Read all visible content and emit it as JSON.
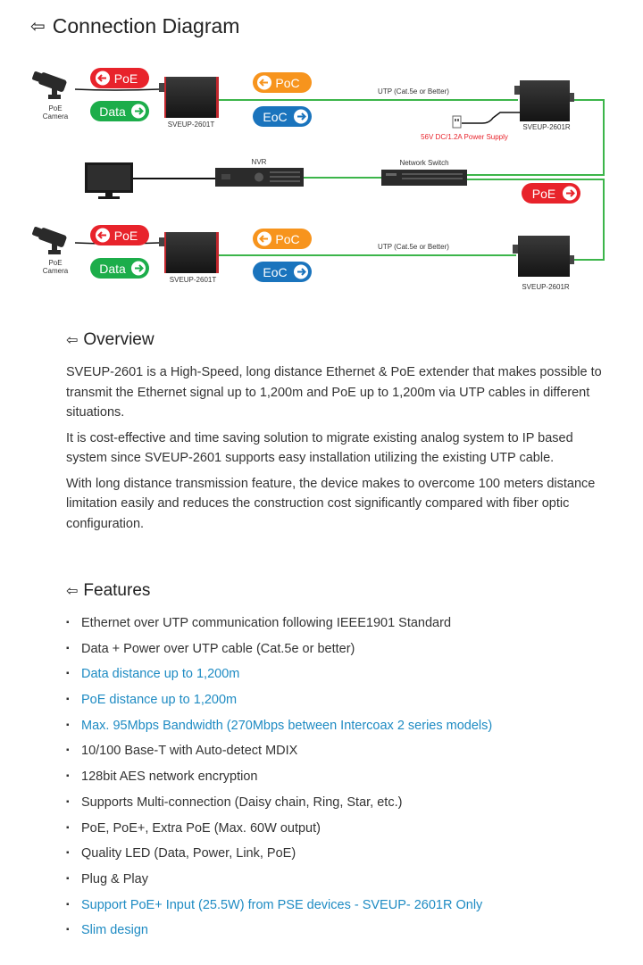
{
  "title": "Connection Diagram",
  "title_arrow": "⇦",
  "diagram": {
    "pill_poe": "PoE",
    "pill_data": "Data",
    "pill_poc": "PoC",
    "pill_eoc": "EoC",
    "camera_label_1": "PoE",
    "camera_label_2": "Camera",
    "transmitter_label": "SVEUP-2601T",
    "receiver_label": "SVEUP-2601R",
    "utp_label": "UTP (Cat.5e or Better)",
    "power_supply_label": "56V DC/1.2A Power Supply",
    "nvr_label": "NVR",
    "switch_label": "Network Switch",
    "colors": {
      "red": "#e8232b",
      "green": "#1cad4a",
      "orange": "#f7941d",
      "blue": "#1a74bd",
      "line": "#3cb54a"
    }
  },
  "overview": {
    "heading": "Overview",
    "paragraphs": [
      "SVEUP-2601 is a High-Speed, long distance Ethernet & PoE extender that makes possible to transmit the Ethernet signal up to 1,200m and PoE up to 1,200m via UTP cables in different situations.",
      "It is cost-effective and time saving solution to migrate existing analog system to IP based system since SVEUP-2601 supports easy installation utilizing the existing UTP cable.",
      "With long distance transmission feature, the device makes to overcome 100 meters distance limitation easily and reduces the construction cost significantly compared with fiber optic configuration."
    ]
  },
  "features": {
    "heading": "Features",
    "bullet": "▪",
    "items": [
      {
        "text": "Ethernet over UTP communication following IEEE1901 Standard",
        "highlight": false
      },
      {
        "text": "Data + Power over UTP cable (Cat.5e or better)",
        "highlight": false
      },
      {
        "text": "Data distance up to 1,200m",
        "highlight": true
      },
      {
        "text": "PoE distance up to 1,200m",
        "highlight": true
      },
      {
        "text": "Max. 95Mbps Bandwidth (270Mbps between Intercoax 2 series models)",
        "highlight": true
      },
      {
        "text": "10/100 Base-T with Auto-detect MDIX",
        "highlight": false
      },
      {
        "text": "128bit AES network encryption",
        "highlight": false
      },
      {
        "text": "Supports Multi-connection (Daisy chain, Ring, Star, etc.)",
        "highlight": false
      },
      {
        "text": "PoE, PoE+, Extra PoE (Max. 60W output)",
        "highlight": false
      },
      {
        "text": "Quality LED (Data, Power, Link, PoE)",
        "highlight": false
      },
      {
        "text": "Plug & Play",
        "highlight": false
      },
      {
        "text": "Support PoE+ Input (25.5W) from PSE devices - SVEUP- 2601R Only",
        "highlight": true
      },
      {
        "text": "Slim design",
        "highlight": true
      }
    ]
  }
}
